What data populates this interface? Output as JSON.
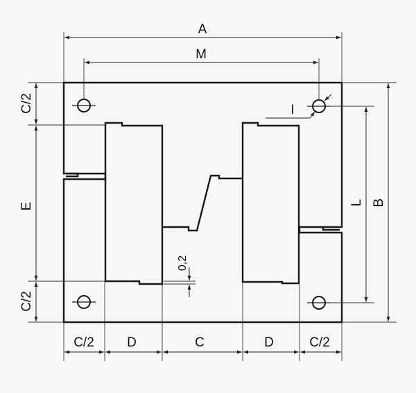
{
  "diagram": {
    "labels": {
      "A": "A",
      "M": "M",
      "I": "I",
      "L": "L",
      "B": "B",
      "E": "E",
      "C_over_2": "C/2",
      "D": "D",
      "C": "C",
      "gap": "0,2"
    },
    "colors": {
      "background": "#f7f7f5",
      "line": "#1a1a1a"
    }
  }
}
